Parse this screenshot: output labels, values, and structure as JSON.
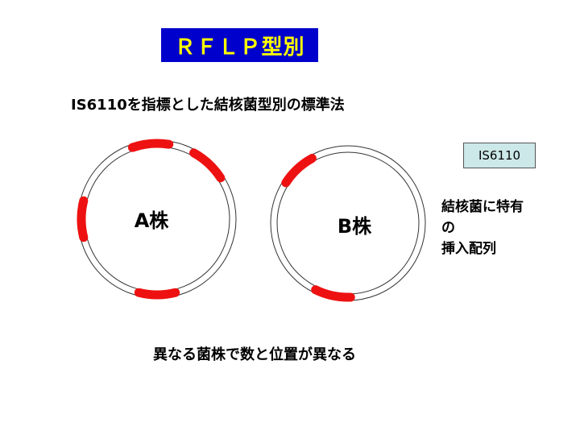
{
  "title": "ＲＦＬＰ型別",
  "subtitle": "IS6110を指標とした結核菌型別の標準法",
  "legend": {
    "label": "IS6110",
    "description_lines": [
      "結核菌に特有",
      "の",
      "挿入配列"
    ]
  },
  "strains": [
    {
      "label": "A株",
      "insertions_deg": [
        -95,
        -47,
        180,
        90
      ]
    },
    {
      "label": "B株",
      "insertions_deg": [
        -133,
        102
      ]
    }
  ],
  "footer": "異なる菌株で数と位置が異なる",
  "colors": {
    "title_bg": "#0000cc",
    "title_fg": "#ffff00",
    "insertion": "#ee1111",
    "legend_bg": "#cce8e8"
  }
}
